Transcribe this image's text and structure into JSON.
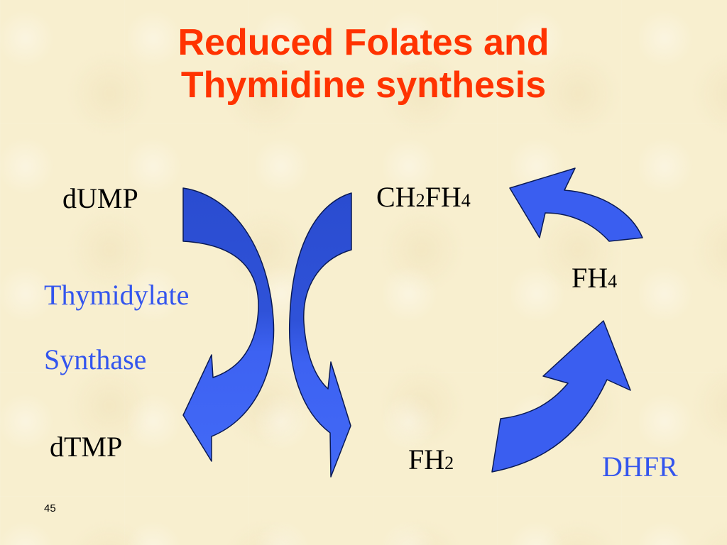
{
  "title": {
    "line1": "Reduced Folates and",
    "line2": "Thymidine synthesis"
  },
  "labels": {
    "dump": "dUMP",
    "dtmp": "dTMP",
    "enzyme_line1": "Thymidylate",
    "enzyme_line2": "Synthase",
    "ch2fh4_a": "CH",
    "ch2fh4_b": "2",
    "ch2fh4_c": "FH",
    "ch2fh4_d": "4",
    "fh4_a": "FH",
    "fh4_b": "4",
    "fh2_a": "FH",
    "fh2_b": "2",
    "dhfr": "DHFR"
  },
  "slide_number": "45",
  "colors": {
    "title": "#ff3300",
    "enzyme_text": "#3355ee",
    "arrow_fill": "#3a5ef0",
    "arrow_dark": "#2848c8",
    "arrow_stroke": "#0a1a55",
    "background": "#f8efcf"
  }
}
